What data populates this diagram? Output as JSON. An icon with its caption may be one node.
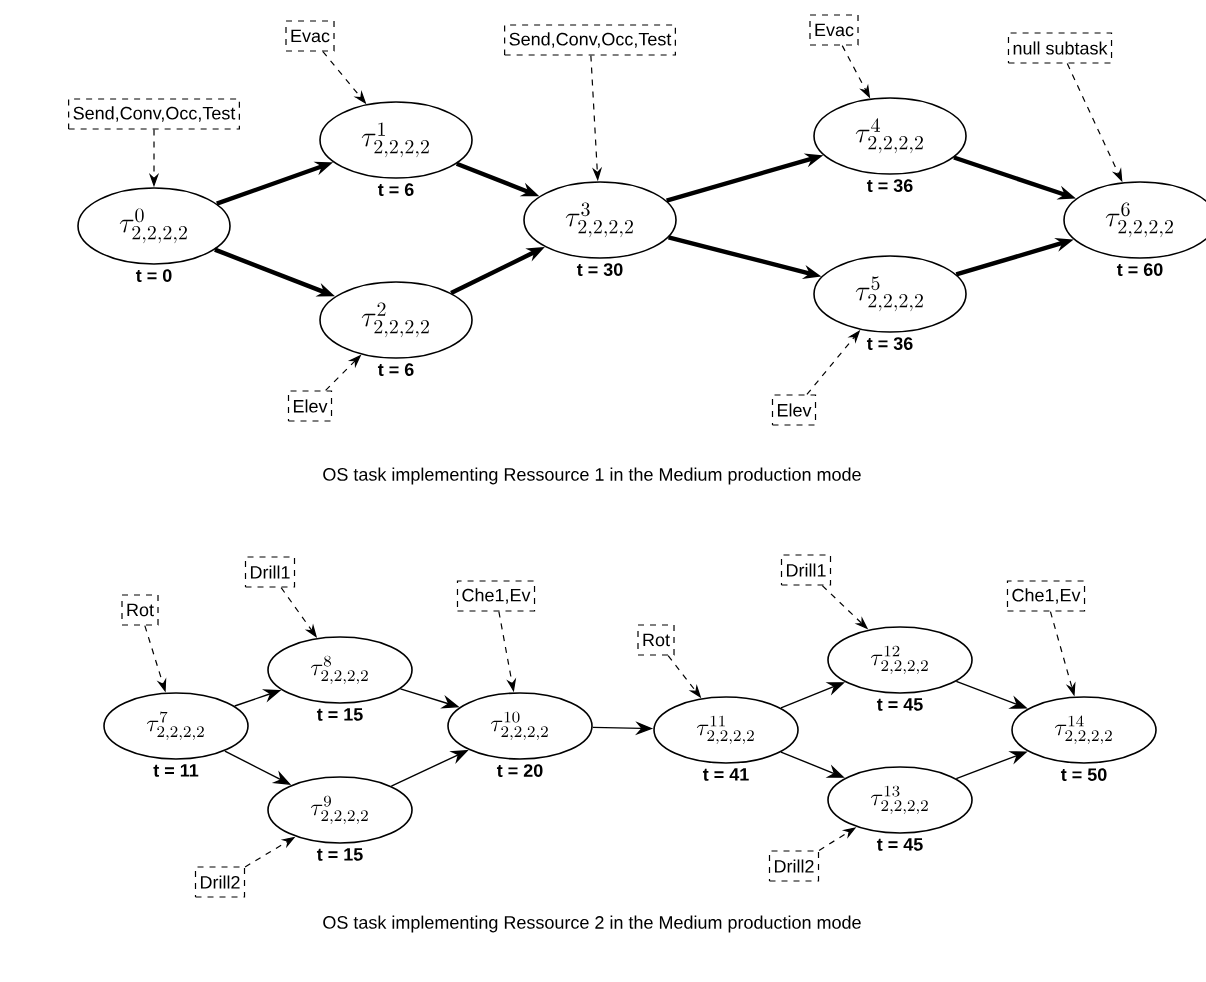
{
  "diagram": {
    "nodes": [
      {
        "text": [
          "\\tau^{0}_{2,2,2,2}"
        ],
        "beside": [
          "t = 0"
        ]
      },
      {
        "text": [
          "\\tau^{1}_{2,2,2,2}"
        ],
        "beside": [
          "t = 6"
        ]
      },
      {
        "text": [
          "\\tau^{2}_{2,2,2,2}"
        ],
        "beside": [
          "t = 6"
        ]
      },
      {
        "text": [
          "\\tau^{3}_{2,2,2,2}"
        ],
        "beside": [
          "t = 30"
        ]
      },
      {
        "text": [
          "\\tau^{4}_{2,2,2,2}"
        ],
        "beside": [
          "t = 36"
        ]
      },
      {
        "text": [
          "\\tau^{5}_{2,2,2,2}"
        ],
        "beside": [
          "t = 36"
        ]
      },
      {
        "text": [
          "\\tau^{6}_{2,2,2,2}"
        ],
        "beside": [
          "t = 60"
        ]
      },
      {
        "text": [
          "\\tau^{7}_{2,2,2,2}"
        ],
        "beside": [
          "t = 11"
        ]
      },
      {
        "text": [
          "\\tau^{8}_{2,2,2,2}"
        ],
        "beside": [
          "t = 15"
        ]
      },
      {
        "text": [
          "\\tau^{9}_{2,2,2,2}"
        ],
        "beside": [
          "t = 15"
        ]
      },
      {
        "text": [
          "\\tau^{10}_{2,2,2,2}"
        ],
        "beside": [
          "t = 20"
        ]
      },
      {
        "text": [
          "\\tau^{11}_{2,2,2,2}"
        ],
        "beside": [
          "t = 41"
        ]
      },
      {
        "text": [
          "\\tau^{12}_{2,2,2,2}"
        ],
        "beside": [
          "t = 45"
        ]
      },
      {
        "text": [
          "\\tau^{13}_{2,2,2,2}"
        ],
        "beside": [
          "t = 45"
        ]
      },
      {
        "text": [
          "\\tau^{14}_{2,2,2,2}"
        ],
        "beside": [
          "t = 50"
        ]
      },
      {
        "text": [
          "Send,Conv,Occ,Test"
        ]
      },
      {
        "text": [
          "Evac"
        ]
      },
      {
        "text": [
          "Elev"
        ]
      },
      {
        "text": [
          "Send,Conv,Occ,Test"
        ]
      },
      {
        "text": [
          "Evac"
        ]
      },
      {
        "text": [
          "Elev"
        ]
      },
      {
        "text": [
          "null subtask"
        ]
      },
      {
        "text": [
          "Rot"
        ]
      },
      {
        "text": [
          "Drill1"
        ]
      },
      {
        "text": [
          "Drill2"
        ]
      },
      {
        "text": [
          "Che1,Ev"
        ]
      },
      {
        "text": [
          "Rot"
        ]
      },
      {
        "text": [
          "Drill1"
        ]
      },
      {
        "text": [
          "Drill2"
        ]
      },
      {
        "text": [
          "Che1,Ev"
        ]
      }
    ],
    "edges": [
      {
        "from": 0,
        "to": 1,
        "arrow": "to",
        "style": "thick"
      },
      {
        "from": 0,
        "to": 2,
        "arrow": "to",
        "style": "thick"
      },
      {
        "from": 1,
        "to": 3,
        "arrow": "to",
        "style": "thick"
      },
      {
        "from": 2,
        "to": 3,
        "arrow": "to",
        "style": "thick"
      },
      {
        "from": 3,
        "to": 4,
        "arrow": "to",
        "style": "thick"
      },
      {
        "from": 3,
        "to": 5,
        "arrow": "to",
        "style": "thick"
      },
      {
        "from": 4,
        "to": 6,
        "arrow": "to",
        "style": "thick"
      },
      {
        "from": 5,
        "to": 6,
        "arrow": "to",
        "style": "thick"
      },
      {
        "from": 7,
        "to": 8,
        "arrow": "to"
      },
      {
        "from": 7,
        "to": 9,
        "arrow": "to"
      },
      {
        "from": 8,
        "to": 10,
        "arrow": "to"
      },
      {
        "from": 9,
        "to": 10,
        "arrow": "to"
      },
      {
        "from": 10,
        "to": 11,
        "arrow": "to"
      },
      {
        "from": 11,
        "to": 12,
        "arrow": "to"
      },
      {
        "from": 11,
        "to": 13,
        "arrow": "to"
      },
      {
        "from": 12,
        "to": 14,
        "arrow": "to"
      },
      {
        "from": 13,
        "to": 14,
        "arrow": "to"
      },
      {
        "from": 15,
        "to": 0,
        "arrow": "to",
        "style": "dashed"
      },
      {
        "from": 16,
        "to": 1,
        "arrow": "to",
        "style": "dashed"
      },
      {
        "from": 17,
        "to": 2,
        "arrow": "to",
        "style": "dashed"
      },
      {
        "from": 18,
        "to": 3,
        "arrow": "to",
        "style": "dashed"
      },
      {
        "from": 19,
        "to": 4,
        "arrow": "to",
        "style": "dashed"
      },
      {
        "from": 20,
        "to": 5,
        "arrow": "to",
        "style": "dashed"
      },
      {
        "from": 21,
        "to": 6,
        "arrow": "to",
        "style": "dashed"
      },
      {
        "from": 22,
        "to": 7,
        "arrow": "to",
        "style": "dashed"
      },
      {
        "from": 23,
        "to": 8,
        "arrow": "to",
        "style": "dashed"
      },
      {
        "from": 24,
        "to": 9,
        "arrow": "to",
        "style": "dashed"
      },
      {
        "from": 25,
        "to": 10,
        "arrow": "to",
        "style": "dashed"
      },
      {
        "from": 26,
        "to": 11,
        "arrow": "to",
        "style": "dashed"
      },
      {
        "from": 27,
        "to": 12,
        "arrow": "to",
        "style": "dashed"
      },
      {
        "from": 28,
        "to": 13,
        "arrow": "to",
        "style": "dashed"
      },
      {
        "from": 29,
        "to": 14,
        "arrow": "to",
        "style": "dashed"
      }
    ],
    "labels": [
      "OS task implementing Ressource 1 in the Medium production mode",
      "OS task implementing Ressource 2 in the Medium production mode"
    ]
  }
}
